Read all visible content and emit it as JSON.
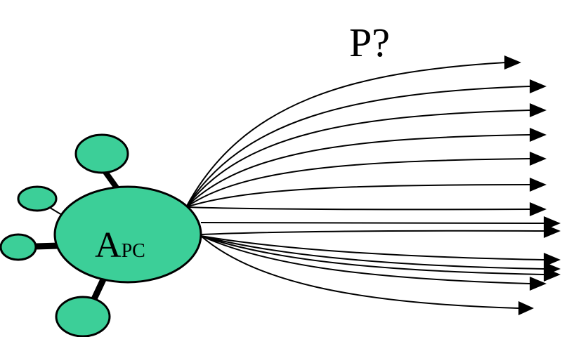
{
  "question_label": "P?",
  "center_node": {
    "label_main": "A",
    "label_sub": "PC"
  },
  "colors": {
    "node_fill": "#3ccf98",
    "stroke": "#000000"
  },
  "satellite_count": 4,
  "arrow_count": 14
}
